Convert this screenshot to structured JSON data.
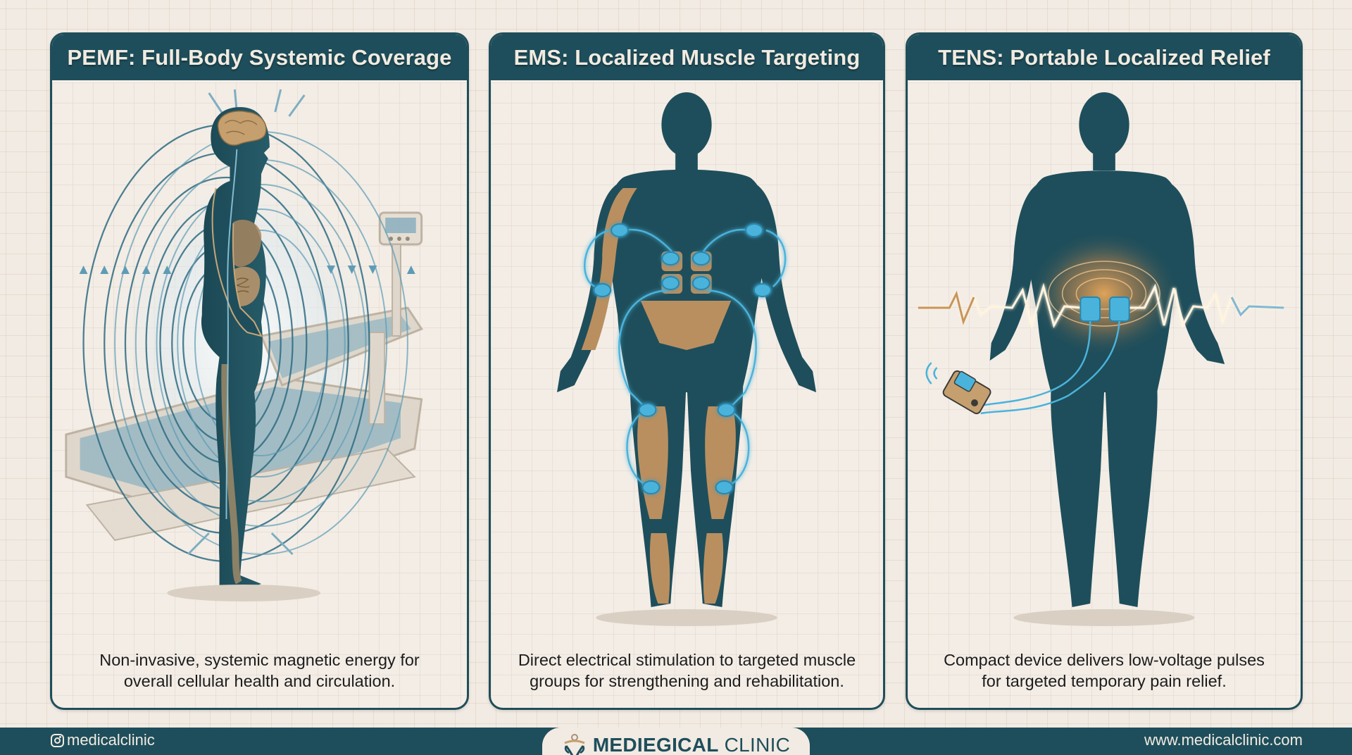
{
  "colors": {
    "primary_teal": "#1e4e5b",
    "background": "#f2ebe3",
    "card_bg": "#f3ede6",
    "muscle_tan": "#b98f60",
    "electric_blue": "#4ab3dc",
    "field_line": "#2e6b82",
    "text_dark": "#1c1c1c",
    "header_text": "#f1ebe1"
  },
  "panels": [
    {
      "id": "pemf",
      "title": "PEMF: Full-Body Systemic Coverage",
      "caption_line1": "Non-invasive, systemic magnetic energy for",
      "caption_line2": "overall cellular health and circulation.",
      "illustration": "side-profile human figure with brain and organs, surrounded by magnetic field loops, PEMF mat bed with control unit"
    },
    {
      "id": "ems",
      "title": "EMS: Localized Muscle Targeting",
      "caption_line1": "Direct electrical stimulation to targeted muscle",
      "caption_line2": "groups for strengthening and rehabilitation.",
      "illustration": "front-view human figure with highlighted muscles and 12 electrode pads linked by glowing arrows"
    },
    {
      "id": "tens",
      "title": "TENS: Portable Localized Relief",
      "caption_line1": "Compact device delivers low-voltage pulses",
      "caption_line2": "for targeted temporary pain relief.",
      "illustration": "back-view human figure with two lower-back electrode pads wired to handheld TENS unit, pulse waveform across body"
    }
  ],
  "footer": {
    "social_handle": "medicalclinic",
    "social_icon": "instagram-icon",
    "brand_bold": "MEDIEGICAL",
    "brand_light": "CLINIC",
    "brand_icon": "person-leaf-logo-icon",
    "website": "www.medicalclinic.com"
  }
}
